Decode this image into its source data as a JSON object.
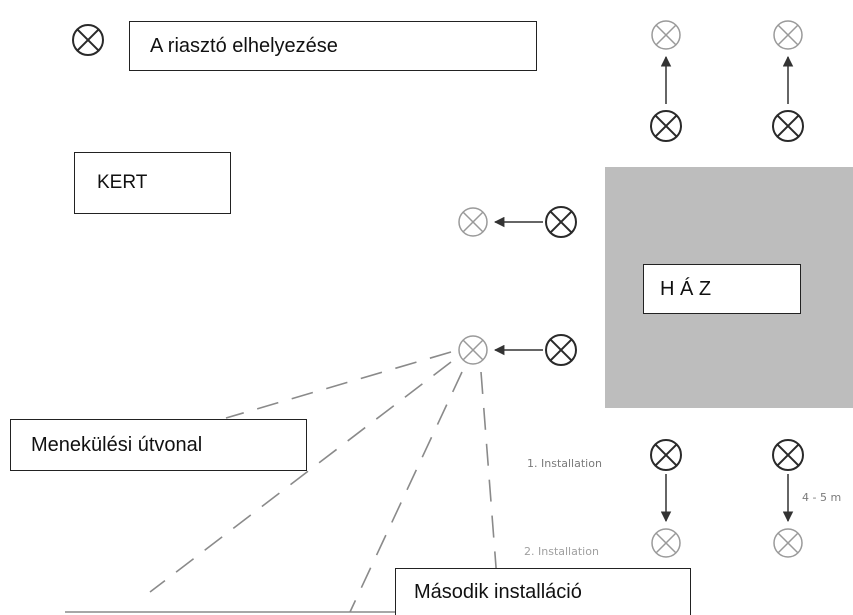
{
  "labels": {
    "legend": "A riasztó elhelyezése",
    "garden": "KERT",
    "house": "H Á Z",
    "escape": "Menekülési útvonal",
    "second": "Második installáció",
    "inst1": "1. Installation",
    "inst2": "2. Installation",
    "distance": "4 - 5 m"
  },
  "colors": {
    "house_fill": "#bdbdbd",
    "marker_dark": "#2a2a2a",
    "marker_light": "#9a9a9a"
  },
  "icons": {
    "marker": "crossed-circle-icon"
  }
}
